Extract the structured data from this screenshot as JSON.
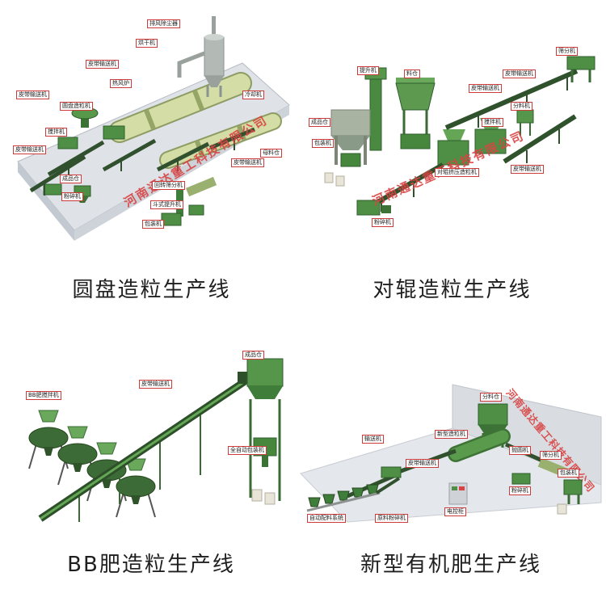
{
  "page": {
    "background": "#ffffff"
  },
  "watermark": {
    "text": "河南通达重工科技有限公司",
    "color": "#d94343"
  },
  "colors": {
    "machine_green": "#4f8f45",
    "machine_green_dark": "#2e5f2c",
    "cylinder_tan": "#d5dda6",
    "platform_gray": "#dfe3e8",
    "label_border_red": "#cc3a3a",
    "caption_text": "#1f1f1f"
  },
  "panels": [
    {
      "name": "disc-granulation-line",
      "caption": "圆盘造粒生产线",
      "labels": [
        "排风除尘器",
        "烘干机",
        "皮带输送机",
        "热风炉",
        "圆盘造粒机",
        "皮带输送机",
        "搅拌机",
        "皮带输送机",
        "成品仓",
        "粉碎机",
        "回转筛分机",
        "斗式提升机",
        "包装机",
        "皮带输送机",
        "母料仓",
        "冷却机"
      ]
    },
    {
      "name": "roller-granulation-line",
      "caption": "对辊造粒生产线",
      "labels": [
        "提升机",
        "料仓",
        "皮带输送机",
        "皮带输送机",
        "筛分机",
        "分料机",
        "成品仓",
        "包装机",
        "对辊挤压造粒机",
        "搅拌机",
        "皮带输送机",
        "粉碎机"
      ]
    },
    {
      "name": "bb-fertilizer-line",
      "caption": "BB肥造粒生产线",
      "labels": [
        "BB肥搅拌机",
        "皮带输送机",
        "成品仓",
        "全自动包装机"
      ]
    },
    {
      "name": "organic-fertilizer-line",
      "caption": "新型有机肥生产线",
      "labels": [
        "分料仓",
        "输送机",
        "新型造粒机",
        "抛圆机",
        "皮带输送机",
        "筛分机",
        "粉碎机",
        "包装机",
        "电控柜",
        "自动配料系统",
        "原料粉碎机"
      ]
    }
  ]
}
